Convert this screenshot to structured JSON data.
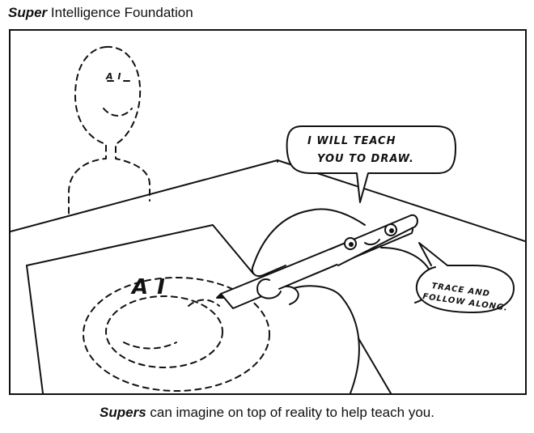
{
  "header": {
    "brand_bold": "Super",
    "brand_rest": " Intelligence Foundation"
  },
  "comic": {
    "bubble_pen_line1": "I WILL TEACH",
    "bubble_pen_line2": "YOU TO DRAW.",
    "bubble_trace_line1": "TRACE AND",
    "bubble_trace_line2": "FOLLOW ALONG.",
    "figure_face_text": "A I",
    "paper_face_text": "A I"
  },
  "caption": {
    "bold": "Supers",
    "rest": " can imagine on top of reality to help teach you."
  },
  "colors": {
    "ink": "#111111",
    "paper": "#ffffff"
  }
}
